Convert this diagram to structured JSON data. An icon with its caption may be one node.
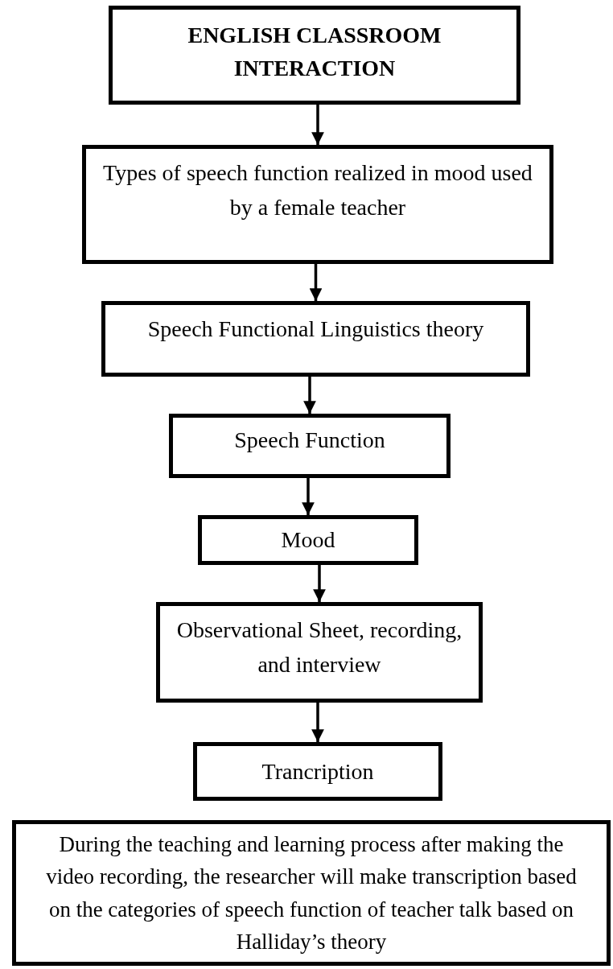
{
  "diagram": {
    "nodes": [
      {
        "text": [
          "ENGLISH CLASSROOM INTERACTION"
        ]
      },
      {
        "text": [
          "Types of speech function realized in mood used by a female teacher"
        ]
      },
      {
        "text": [
          "Speech Functional Linguistics theory"
        ]
      },
      {
        "text": [
          "Speech Function"
        ]
      },
      {
        "text": [
          "Mood"
        ]
      },
      {
        "text": [
          "Observational Sheet, recording, and interview"
        ]
      },
      {
        "text": [
          "Trancription"
        ]
      },
      {
        "text": [
          "During the teaching and learning process after making the video recording, the researcher will make transcription based on the categories of speech function of teacher talk based on Halliday’s theory"
        ]
      }
    ],
    "edges": [
      {
        "from": 0,
        "to": 1,
        "arrow": "to"
      },
      {
        "from": 1,
        "to": 2,
        "arrow": "to"
      },
      {
        "from": 2,
        "to": 3,
        "arrow": "to"
      },
      {
        "from": 3,
        "to": 4,
        "arrow": "to"
      },
      {
        "from": 4,
        "to": 5,
        "arrow": "to"
      },
      {
        "from": 5,
        "to": 6,
        "arrow": "to"
      }
    ]
  }
}
